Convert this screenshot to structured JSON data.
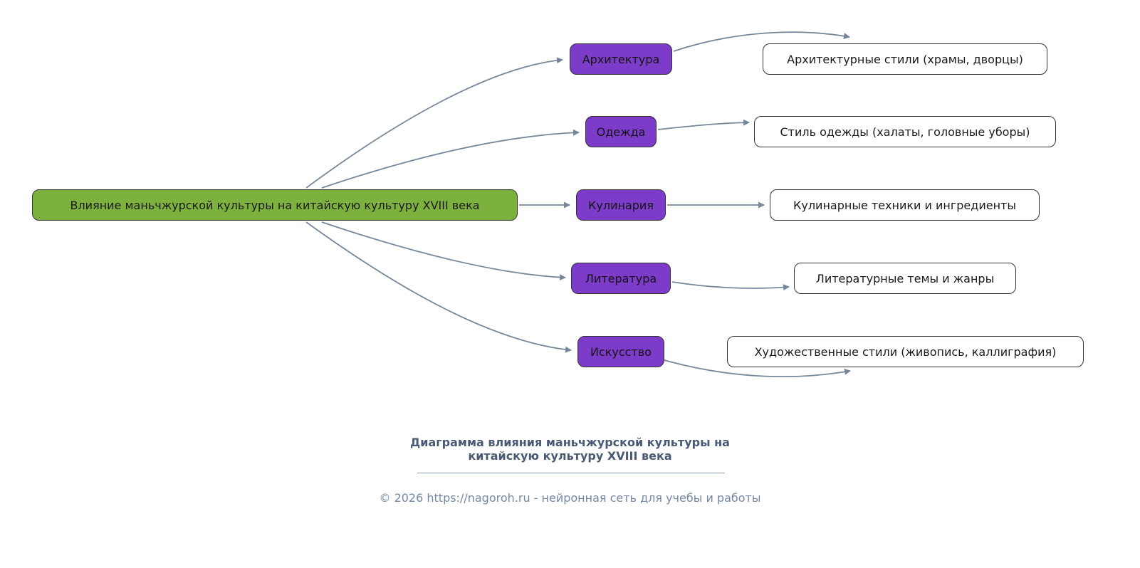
{
  "diagram": {
    "root": {
      "label": "Влияние маньчжурской культуры на китайскую культуру XVIII века"
    },
    "branches": [
      {
        "label": "Архитектура",
        "detail": "Архитектурные стили (храмы, дворцы)"
      },
      {
        "label": "Одежда",
        "detail": "Стиль одежды (халаты, головные уборы)"
      },
      {
        "label": "Кулинария",
        "detail": "Кулинарные техники и ингредиенты"
      },
      {
        "label": "Литература",
        "detail": "Литературные темы и жанры"
      },
      {
        "label": "Искусство",
        "detail": "Художественные стили (живопись, каллиграфия)"
      }
    ],
    "edges": [
      {
        "from": "root",
        "to": "Архитектура"
      },
      {
        "from": "root",
        "to": "Одежда"
      },
      {
        "from": "root",
        "to": "Кулинария"
      },
      {
        "from": "root",
        "to": "Литература"
      },
      {
        "from": "root",
        "to": "Искусство"
      },
      {
        "from": "Архитектура",
        "to": "Архитектурные стили (храмы, дворцы)"
      },
      {
        "from": "Одежда",
        "to": "Стиль одежды (халаты, головные уборы)"
      },
      {
        "from": "Кулинария",
        "to": "Кулинарные техники и ингредиенты"
      },
      {
        "from": "Литература",
        "to": "Литературные темы и жанры"
      },
      {
        "from": "Искусство",
        "to": "Художественные стили (живопись, каллиграфия)"
      }
    ]
  },
  "caption": {
    "title_line1": "Диаграмма влияния маньчжурской культуры на",
    "title_line2": "китайскую культуру XVIII века",
    "footer": "© 2026 https://nagoroh.ru - нейронная сеть для учебы и работы"
  },
  "colors": {
    "root_fill": "#7db13d",
    "branch_fill": "#7d3bc9",
    "detail_fill": "#ffffff",
    "edge_stroke": "#76879a",
    "node_border": "#333333",
    "caption_title": "#4a5a75",
    "caption_footer": "#7589a3"
  }
}
